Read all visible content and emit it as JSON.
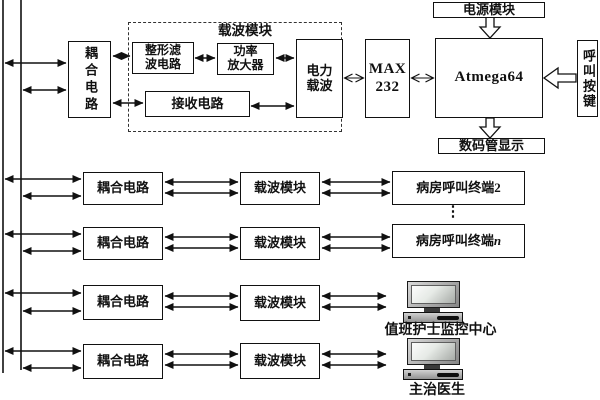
{
  "master_station": {
    "coupling_circuit": "耦合电路",
    "carrier_module_label": "载波模块",
    "shaping_filter_line1": "整形滤",
    "shaping_filter_line2": "波电路",
    "power_amplifier_line1": "功率",
    "power_amplifier_line2": "放大器",
    "receiver_circuit": "接收电路",
    "power_line_carrier_line1": "电力",
    "power_line_carrier_line2": "载波",
    "max232_line1": "MAX",
    "max232_line2": "232",
    "mcu": "Atmega64",
    "power_module": "电源模块",
    "digital_display": "数码管显示",
    "call_button": "呼叫按键"
  },
  "branches": [
    {
      "coupling_circuit": "耦合电路",
      "carrier_module": "载波模块",
      "endpoint": "病房呼叫终端2"
    },
    {
      "coupling_circuit": "耦合电路",
      "carrier_module": "载波模块",
      "endpoint_text": "病房呼叫终端",
      "endpoint_var": "n"
    },
    {
      "coupling_circuit": "耦合电路",
      "carrier_module": "载波模块",
      "endpoint_label": "值班护士监控中心"
    },
    {
      "coupling_circuit": "耦合电路",
      "carrier_module": "载波模块",
      "endpoint_label": "主治医生"
    }
  ],
  "ellipsis": "⋮",
  "colors": {
    "line": "#111111",
    "background": "#ffffff",
    "pc_body": "#a8a8a8"
  }
}
